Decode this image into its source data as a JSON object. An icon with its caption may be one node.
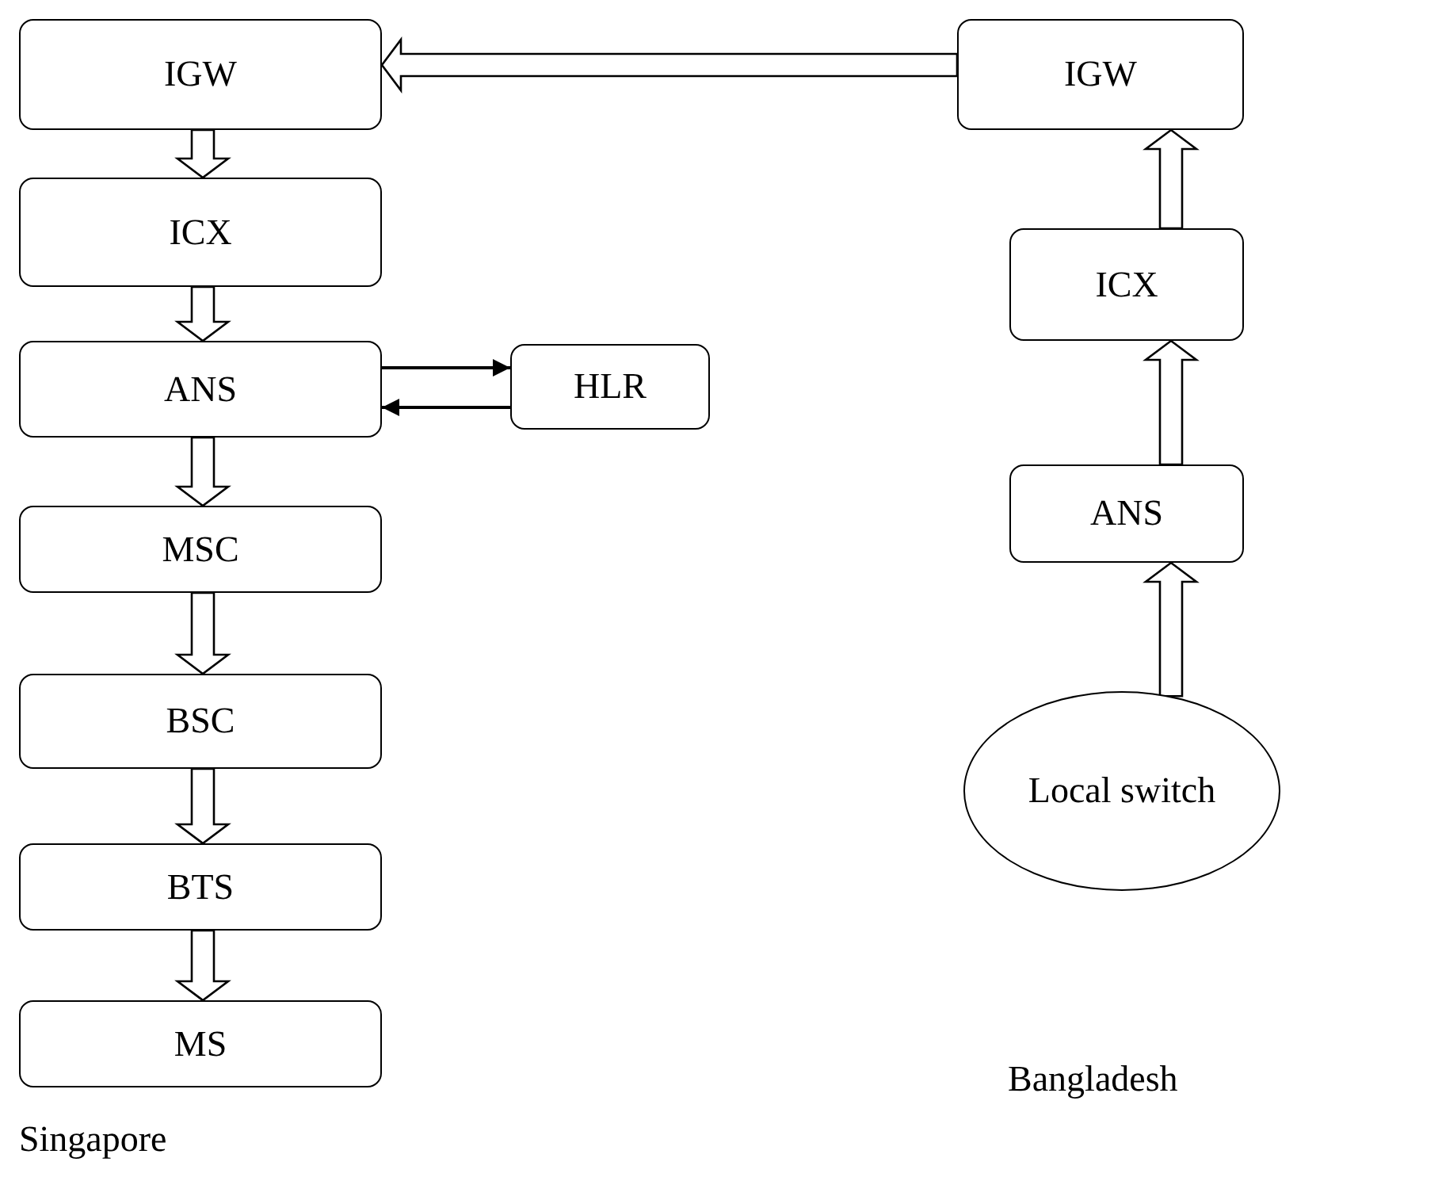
{
  "diagram": {
    "nodes": [
      {
        "text": [
          "IGW"
        ]
      },
      {
        "text": [
          "ICX"
        ]
      },
      {
        "text": [
          "ANS"
        ]
      },
      {
        "text": [
          "HLR"
        ]
      },
      {
        "text": [
          "MSC"
        ]
      },
      {
        "text": [
          "BSC"
        ]
      },
      {
        "text": [
          "BTS"
        ]
      },
      {
        "text": [
          "MS"
        ]
      },
      {
        "text": [
          "IGW"
        ]
      },
      {
        "text": [
          "ICX"
        ]
      },
      {
        "text": [
          "ANS"
        ]
      },
      {
        "text": [
          "Local switch"
        ]
      }
    ],
    "edges": [
      {
        "from": 0,
        "to": 1,
        "arrow": "to",
        "style": "thick"
      },
      {
        "from": 1,
        "to": 2,
        "arrow": "to",
        "style": "thick"
      },
      {
        "from": 2,
        "to": 4,
        "arrow": "to",
        "style": "thick"
      },
      {
        "from": 4,
        "to": 5,
        "arrow": "to",
        "style": "thick"
      },
      {
        "from": 5,
        "to": 6,
        "arrow": "to",
        "style": "thick"
      },
      {
        "from": 6,
        "to": 7,
        "arrow": "to",
        "style": "thick"
      },
      {
        "from": 2,
        "to": 3,
        "arrow": "to"
      },
      {
        "from": 3,
        "to": 2,
        "arrow": "to"
      },
      {
        "from": 11,
        "to": 10,
        "arrow": "to",
        "style": "thick"
      },
      {
        "from": 10,
        "to": 9,
        "arrow": "to",
        "style": "thick"
      },
      {
        "from": 9,
        "to": 8,
        "arrow": "to",
        "style": "thick"
      },
      {
        "from": 8,
        "to": 0,
        "arrow": "to",
        "style": "thick"
      }
    ],
    "labels": [
      "Bangladesh",
      "Singapore"
    ]
  }
}
